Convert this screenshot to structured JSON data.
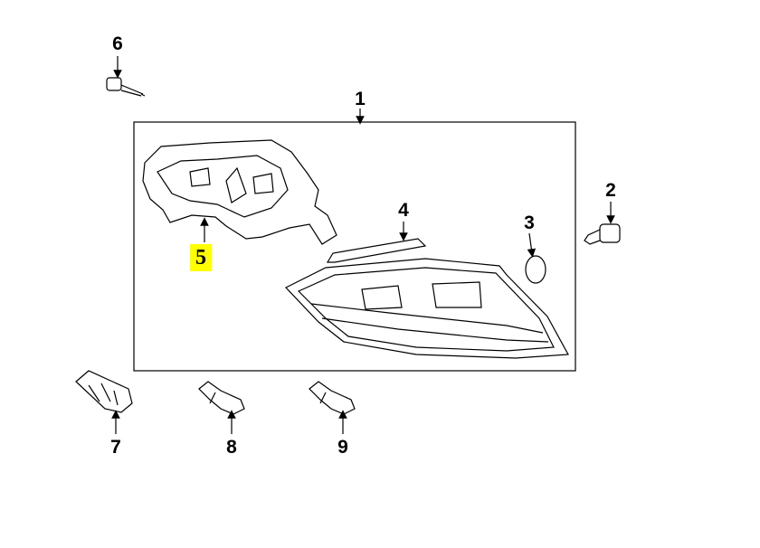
{
  "diagram": {
    "callouts": [
      {
        "id": "1",
        "label": "1"
      },
      {
        "id": "2",
        "label": "2"
      },
      {
        "id": "3",
        "label": "3"
      },
      {
        "id": "4",
        "label": "4"
      },
      {
        "id": "5",
        "label": "5",
        "highlighted": true
      },
      {
        "id": "6",
        "label": "6"
      },
      {
        "id": "7",
        "label": "7"
      },
      {
        "id": "8",
        "label": "8"
      },
      {
        "id": "9",
        "label": "9"
      }
    ],
    "highlight_color": "#ffff00"
  }
}
